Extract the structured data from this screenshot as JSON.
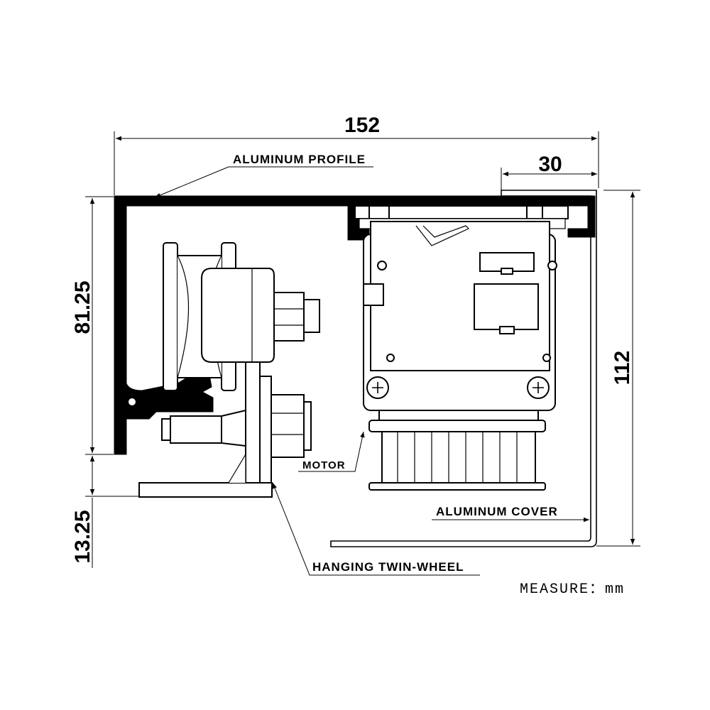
{
  "dimensions": {
    "width_total": "152",
    "width_right": "30",
    "height_profile": "81.25",
    "height_wheel": "13.25",
    "height_total": "112"
  },
  "labels": {
    "aluminum_profile": "ALUMINUM PROFILE",
    "motor": "MOTOR",
    "aluminum_cover": "ALUMINUM COVER",
    "hanging_twin_wheel": "HANGING TWIN-WHEEL"
  },
  "measure": "MEASURE：mm"
}
